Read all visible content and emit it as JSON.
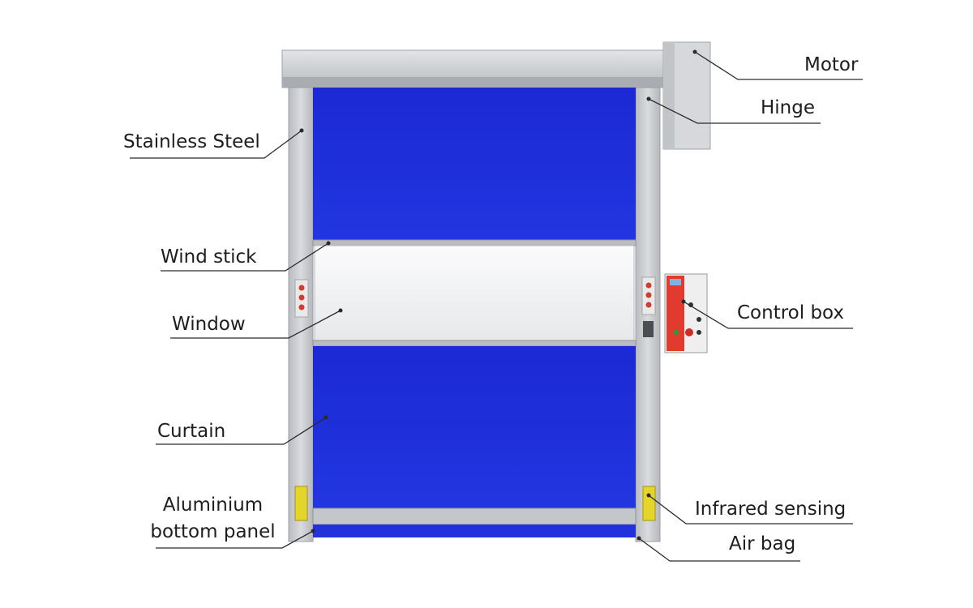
{
  "labels": {
    "motor": "Motor",
    "hinge": "Hinge",
    "stainless_steel": "Stainless Steel",
    "wind_stick": "Wind stick",
    "window": "Window",
    "control_box": "Control box",
    "curtain": "Curtain",
    "aluminium_bottom_panel_line1": "Aluminium",
    "aluminium_bottom_panel_line2": "bottom panel",
    "infrared_sensing": "Infrared sensing",
    "air_bag": "Air bag"
  },
  "colors": {
    "curtain": "#1f2fd8",
    "frame": "#c9ccd0",
    "window": "#f2f3f4",
    "control_box_accent": "#e33a2f",
    "sensor": "#e4d52a",
    "leader_line": "#2a2a2a"
  }
}
